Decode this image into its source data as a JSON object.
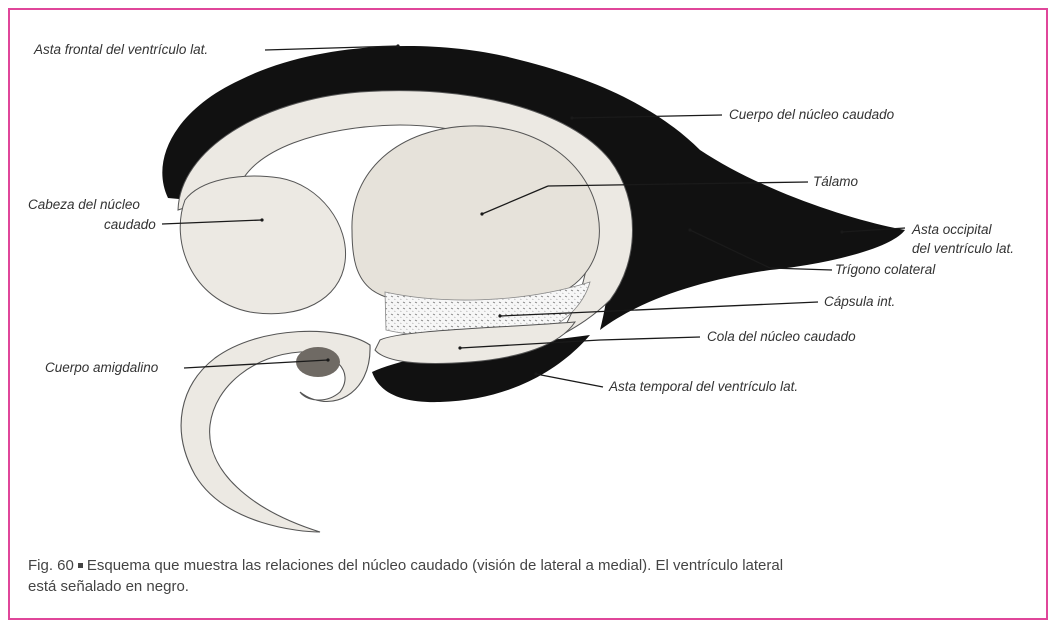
{
  "labels": {
    "asta_frontal": "Asta frontal del ventrículo lat.",
    "cuerpo_nucleo": "Cuerpo del núcleo caudado",
    "talamo": "Tálamo",
    "cabeza_line1": "Cabeza del núcleo",
    "cabeza_line2": "caudado",
    "asta_occipital_line1": "Asta occipital",
    "asta_occipital_line2": "del ventrículo lat.",
    "trigono": "Trígono colateral",
    "capsula": "Cápsula int.",
    "cola": "Cola del núcleo caudado",
    "amigdalino": "Cuerpo amigdalino",
    "asta_temporal": "Asta temporal del ventrículo lat."
  },
  "caption": {
    "prefix": "Fig. 60",
    "text_line1": "Esquema que muestra las relaciones del núcleo caudado (visión de lateral a medial). El ventrículo lateral",
    "text_line2": "está señalado en negro."
  },
  "colors": {
    "border": "#e0469a",
    "ventricle": "#111111",
    "nucleus_fill": "#ece9e3",
    "thalamus_fill": "#e6e2da",
    "amygdala": "#6f6a64"
  }
}
